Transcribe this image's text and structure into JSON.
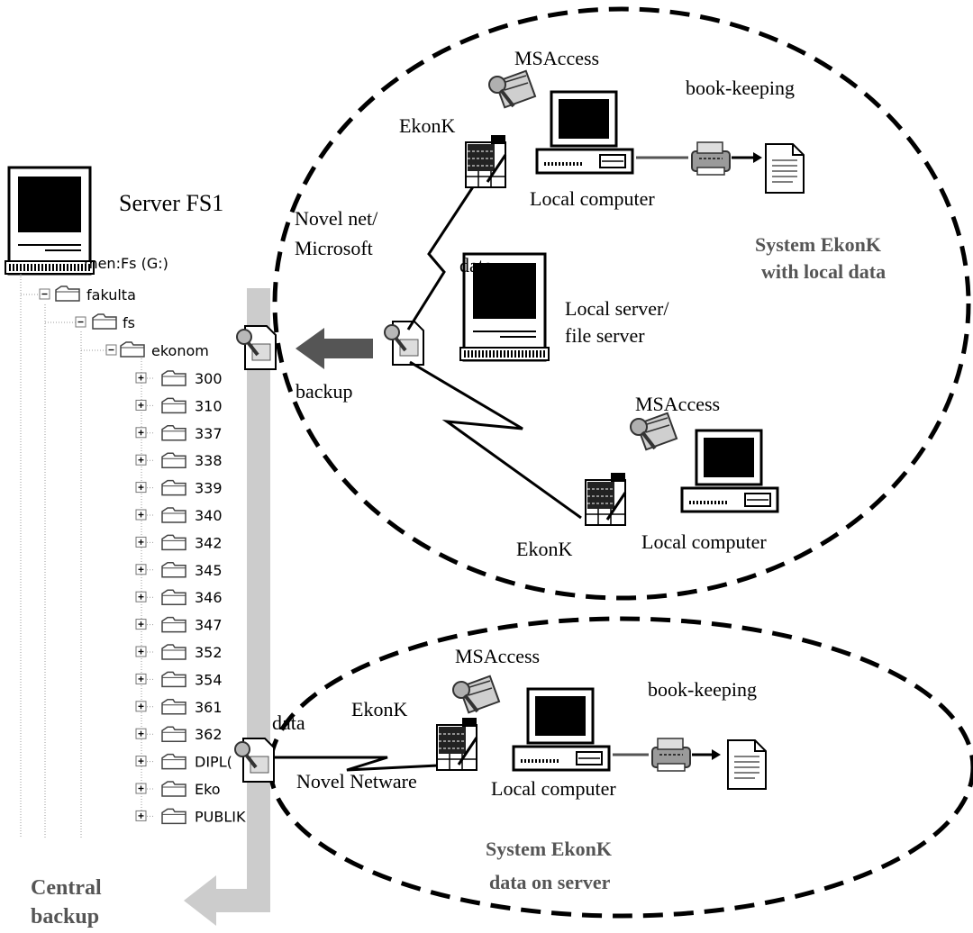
{
  "labels": {
    "server_fs1": "Server FS1",
    "drive": "men:Fs (G:)",
    "novel_net_1": "Novel net/",
    "novel_net_2": "Microsoft",
    "data_upper": "data",
    "backup": "backup",
    "msaccess_top": "MSAccess",
    "ekonk_top": "EkonK",
    "bookkeeping_top": "book-keeping",
    "local_computer_top": "Local computer",
    "system_local_1": "System EkonK",
    "system_local_2": "with local data",
    "local_server_1": "Local server/",
    "local_server_2": "file server",
    "msaccess_mid": "MSAccess",
    "ekonk_mid": "EkonK",
    "local_computer_mid": "Local computer",
    "msaccess_bottom": "MSAccess",
    "ekonk_bottom": "EkonK",
    "bookkeeping_bottom": "book-keeping",
    "data_lower": "data",
    "novel_netware": "Novel Netware",
    "local_computer_bottom": "Local computer",
    "system_server_1": "System EkonK",
    "system_server_2": "data on server",
    "central_backup_1": "Central",
    "central_backup_2": "backup"
  },
  "tree": {
    "fakulta": "fakulta",
    "fs": "fs",
    "ekonom": "ekonom",
    "folders": [
      "300",
      "310",
      "337",
      "338",
      "339",
      "340",
      "342",
      "345",
      "346",
      "347",
      "352",
      "354",
      "361",
      "362",
      "DIPL(",
      "Eko",
      "PUBLIK"
    ]
  },
  "colors": {
    "dashed": "#000000",
    "accent_text": "#555555",
    "backup_arrow": "#555555",
    "central_pipe": "#cccccc"
  }
}
